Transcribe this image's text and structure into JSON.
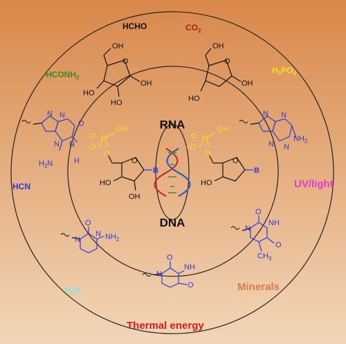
{
  "outer_labels": {
    "hcho": "HCHO",
    "co2": "CO",
    "co2_sub": "2",
    "hconh2": "HCONH",
    "hconh2_sub": "2",
    "h3po4_h": "H",
    "h3po4_sub1": "3",
    "h3po4_po": "PO",
    "h3po4_sub2": "4",
    "hcn": "HCN",
    "uv": "UV/light",
    "h2o": "H",
    "h2o_sub": "2",
    "h2o_o": "O",
    "minerals": "Minerals",
    "thermal": "Thermal energy"
  },
  "center": {
    "rna": "RNA",
    "dna": "DNA"
  },
  "colors": {
    "bg_top": "#d9884a",
    "bg_bottom": "#f2d6b8",
    "hcho": "#111111",
    "co2": "#b01c1c",
    "hconh2": "#3b8a1e",
    "h3po4": "#f5e21a",
    "hcn": "#2b3bd6",
    "uv": "#e23ad0",
    "h2o": "#7fe0f0",
    "minerals": "#d87a4a",
    "thermal": "#d61a1a",
    "base": "#2b3bd6",
    "phosphate": "#f0e020"
  },
  "atoms": {
    "oh": "OH",
    "ho": "HO",
    "o": "O",
    "p": "P",
    "minus_o": "–O",
    "b": "B",
    "n": "N",
    "h": "H",
    "nh2": "NH",
    "nh2_sub": "2",
    "h2n": "H",
    "h2n_sub": "2",
    "h2n_n": "N",
    "nh": "NH",
    "ch3": "CH",
    "ch3_sub": "3"
  }
}
